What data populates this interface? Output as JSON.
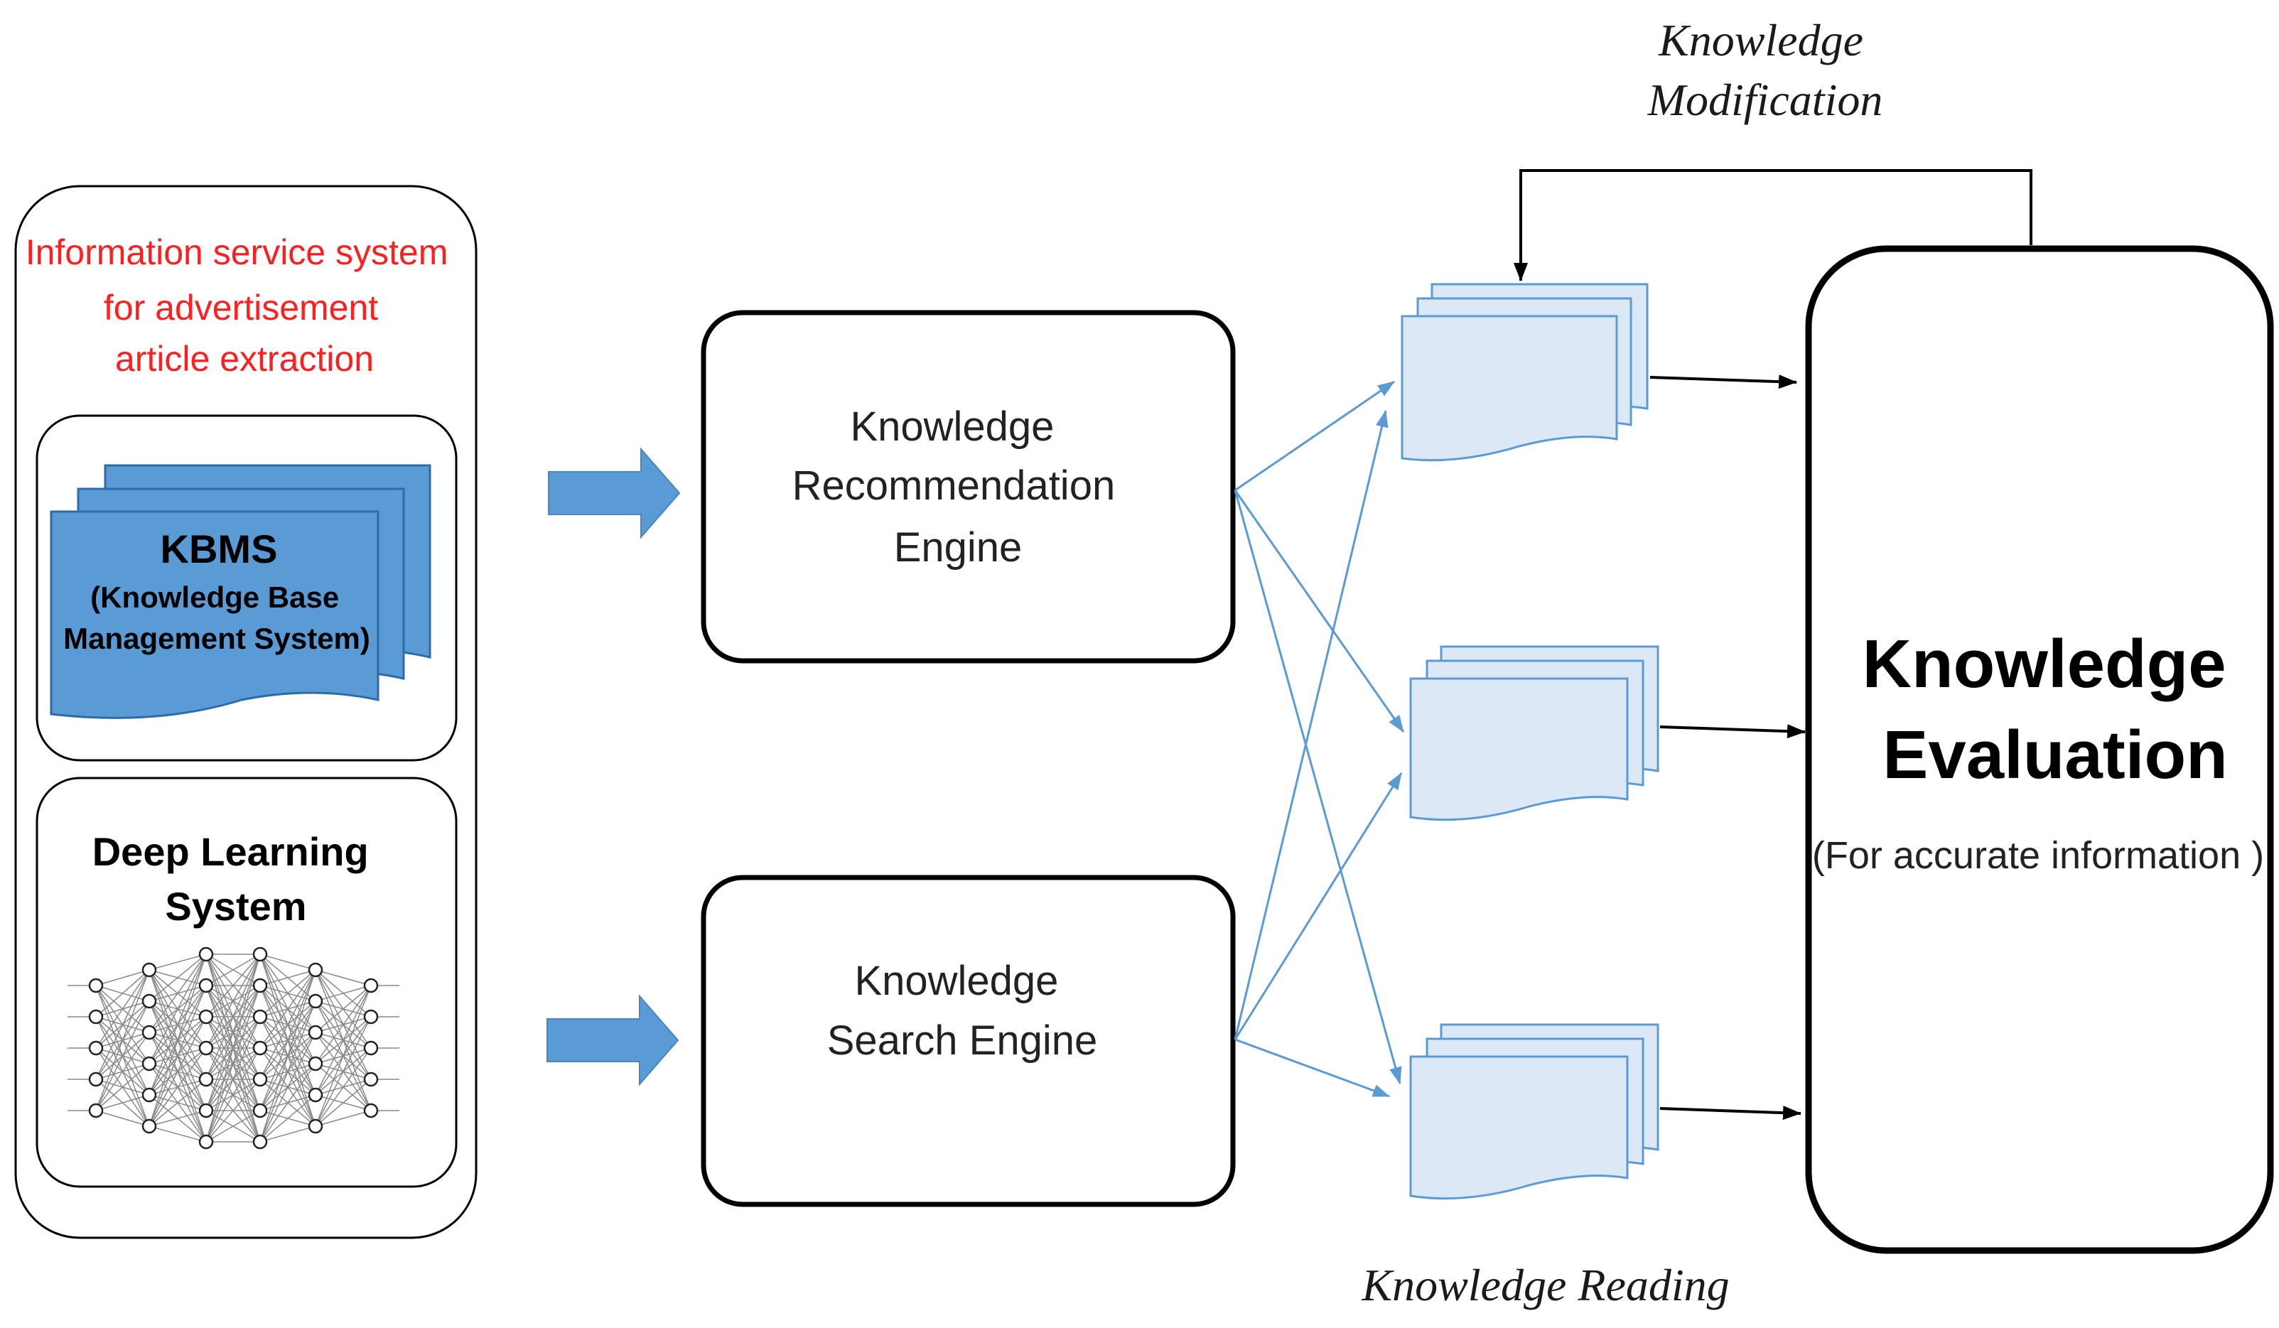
{
  "left_panel": {
    "title_lines": [
      "Information service system",
      "for advertisement",
      "article extraction"
    ],
    "title_color": "#ff1f1f",
    "kbms": {
      "title": "KBMS",
      "subtitle_lines": [
        "(Knowledge Base",
        "Management System)"
      ],
      "color": "#5b9bd5"
    },
    "deep_learning": {
      "title_lines": [
        "Deep Learning",
        "System"
      ]
    }
  },
  "engines": {
    "recommendation": [
      "Knowledge",
      "Recommendation",
      "Engine"
    ],
    "search": [
      "Knowledge",
      "Search Engine"
    ]
  },
  "evaluation": {
    "title_lines": [
      "Knowledge",
      "Evaluation"
    ],
    "subtitle": "(For accurate information )"
  },
  "labels": {
    "modification_lines": [
      "Knowledge",
      "Modification"
    ],
    "reading": "Knowledge Reading"
  },
  "colors": {
    "arrow_blue": "#5b9bd5",
    "doc_fill": "#dce8f5",
    "doc_stroke": "#5b9bd5",
    "connector_blue": "#5b9bd5"
  }
}
